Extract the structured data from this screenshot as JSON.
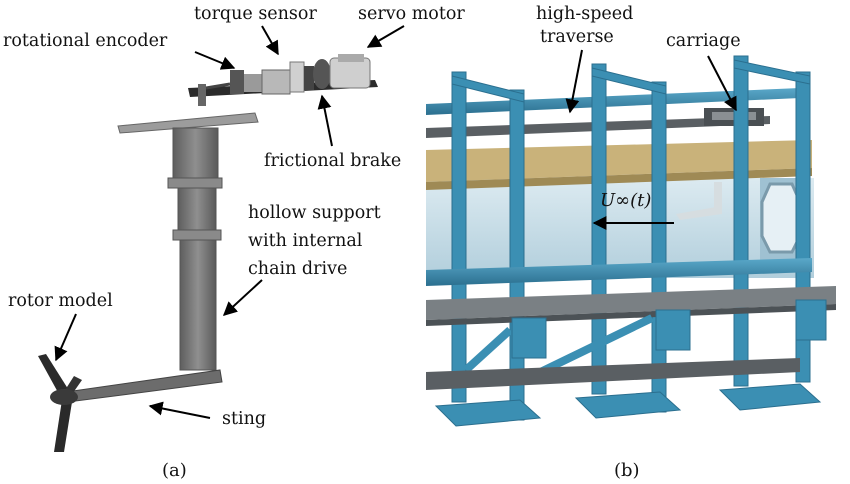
{
  "panel_a": {
    "caption": "(a)",
    "labels": {
      "rotational_encoder": "rotational encoder",
      "torque_sensor": "torque sensor",
      "servo_motor": "servo motor",
      "frictional_brake": "frictional brake",
      "hollow_support_1": "hollow support",
      "hollow_support_2": "with internal",
      "hollow_support_3": "chain drive",
      "rotor_model": "rotor model",
      "sting": "sting"
    }
  },
  "panel_b": {
    "caption": "(b)",
    "labels": {
      "traverse_1": "high-speed",
      "traverse_2": "traverse",
      "carriage": "carriage",
      "velocity": "U∞(t)"
    }
  },
  "colors": {
    "frame_blue": "#3b8fb3",
    "frame_blue_dark": "#2b6f8f",
    "wood_deck": "#c9b27a",
    "water_glass": "#c9dfe9",
    "support_gray": "#7b7b7b",
    "rail_dark": "#5a5f63"
  }
}
